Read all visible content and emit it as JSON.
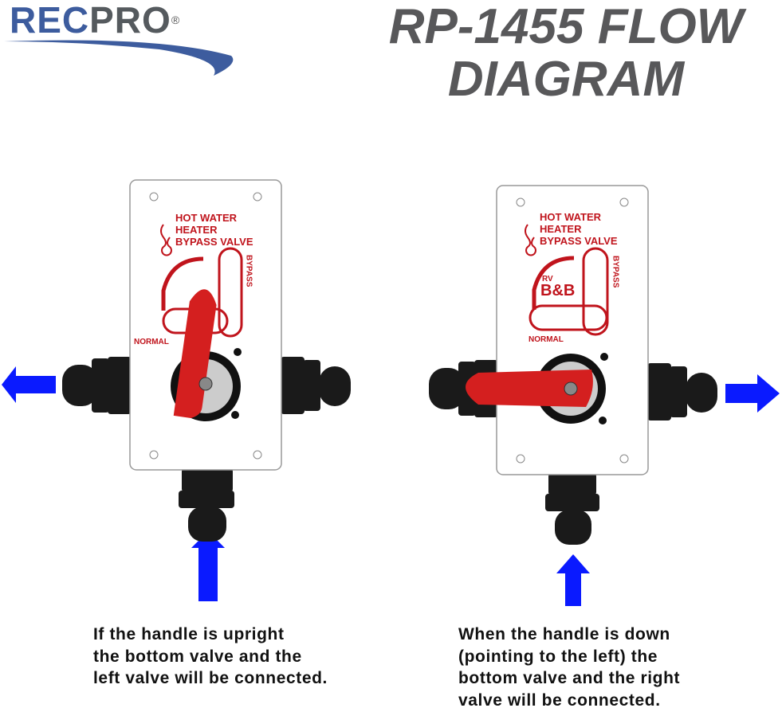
{
  "logo": {
    "brand_part1": "Rec",
    "brand_part2": "Pro",
    "registered": "®"
  },
  "title": {
    "line1": "RP-1455 FLOW",
    "line2": "DIAGRAM"
  },
  "plate": {
    "line1": "HOT WATER",
    "line2": "HEATER",
    "line3": "BYPASS VALVE",
    "bypass_label": "BYPASS",
    "normal_label": "NORMAL",
    "mark_small": "RV",
    "mark_big": "B&B"
  },
  "left_diagram": {
    "caption": "If the handle is upright\nthe bottom valve and the\nleft valve will be connected."
  },
  "right_diagram": {
    "caption": "When the handle is down\n(pointing to the left) the\nbottom valve and the right\nvalve will be connected."
  },
  "colors": {
    "arrow": "#0a1aff",
    "handle": "#d41f1f",
    "plate_text": "#c0141c",
    "logo_blue": "#3d5c9e",
    "title_gray": "#58585a"
  }
}
